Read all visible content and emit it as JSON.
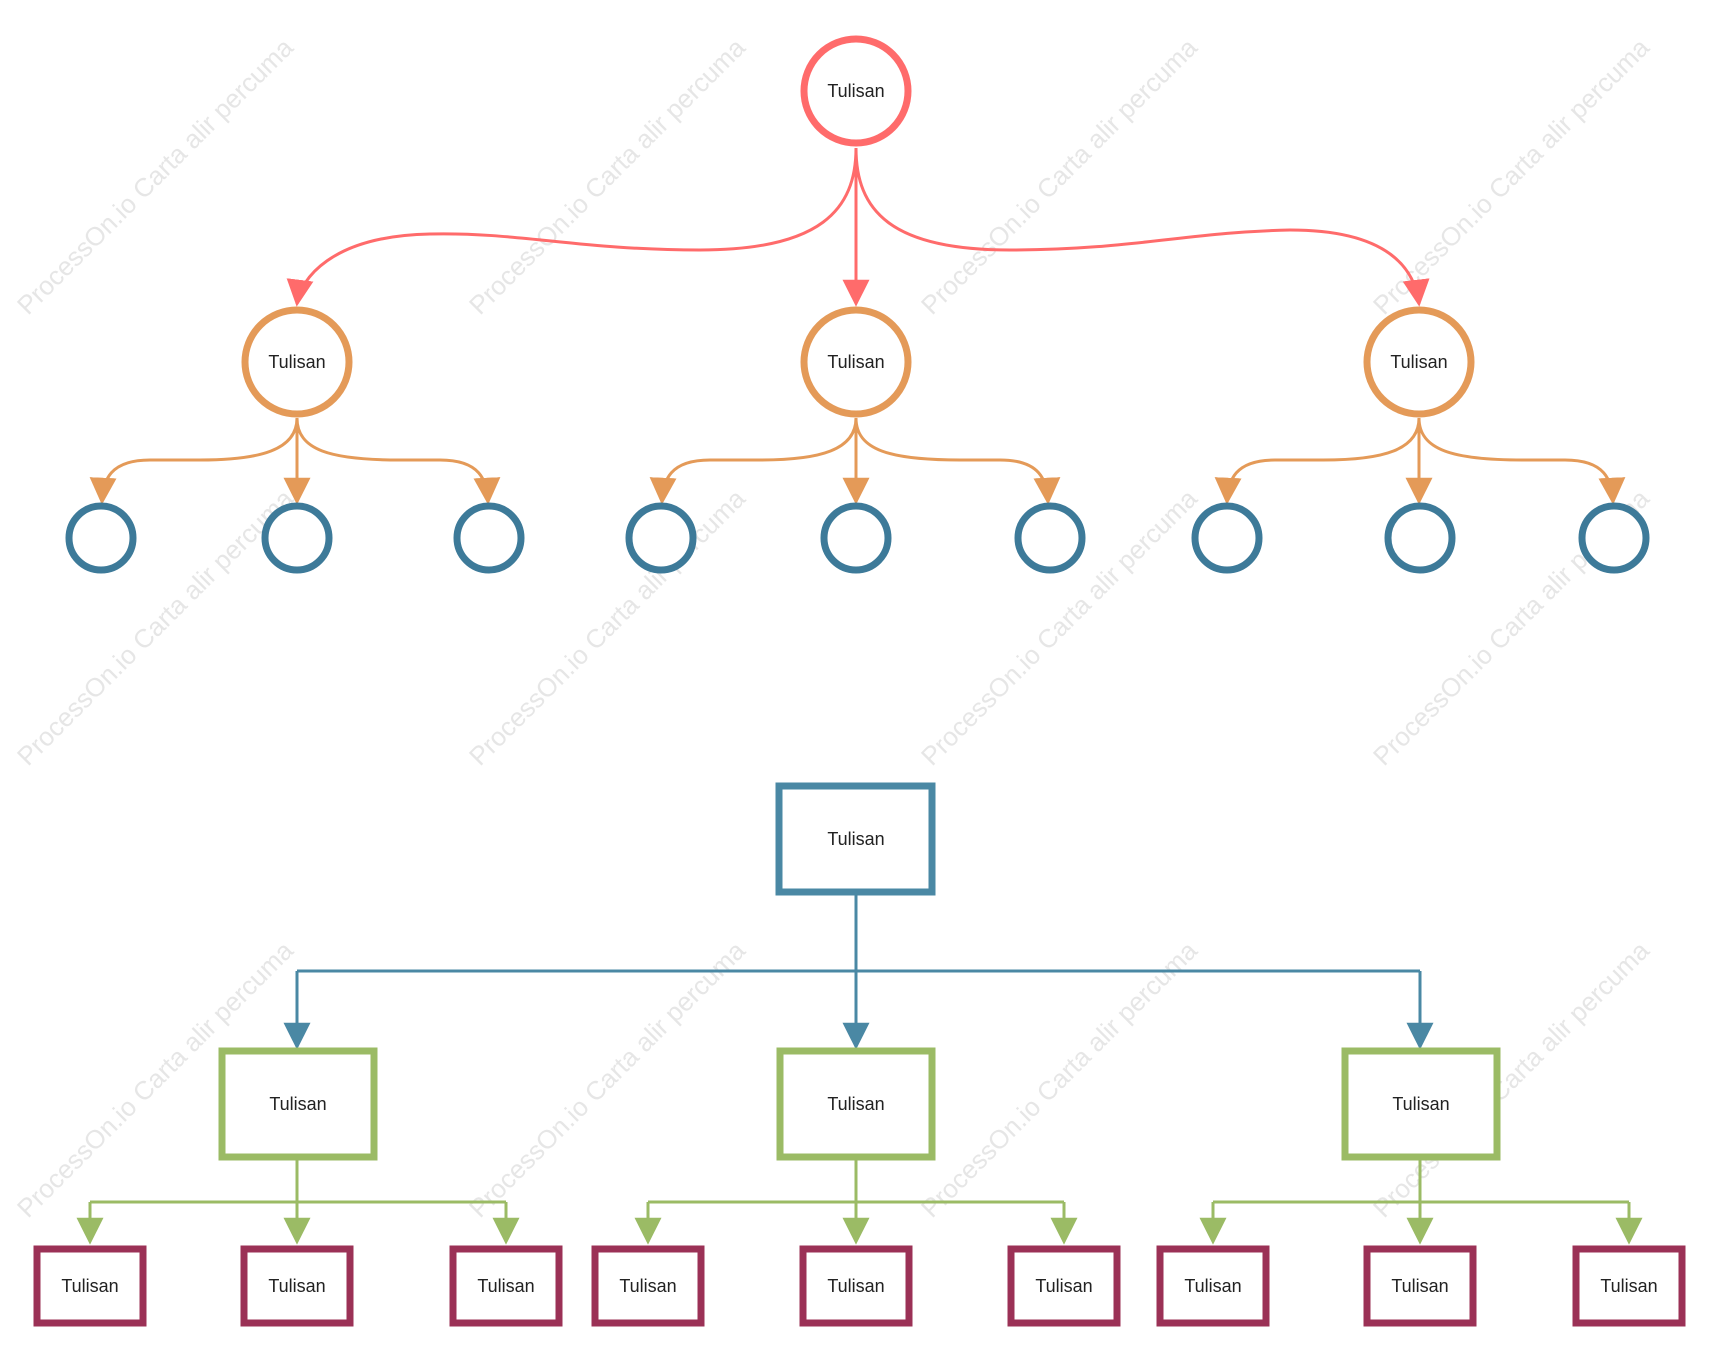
{
  "watermark": {
    "text": "ProcessOn.io Carta alir percuma"
  },
  "colors": {
    "level0_circle": "#ff6b6b",
    "level1_circle": "#e49a58",
    "level2_circle": "#3d7a99",
    "level0_rect": "#4a88a4",
    "level1_rect": "#9bbb65",
    "level2_rect": "#9b3156"
  },
  "circle_tree": {
    "root": {
      "label": "Tulisan"
    },
    "children": [
      {
        "label": "Tulisan",
        "children": [
          {
            "label": ""
          },
          {
            "label": ""
          },
          {
            "label": ""
          }
        ]
      },
      {
        "label": "Tulisan",
        "children": [
          {
            "label": ""
          },
          {
            "label": ""
          },
          {
            "label": ""
          }
        ]
      },
      {
        "label": "Tulisan",
        "children": [
          {
            "label": ""
          },
          {
            "label": ""
          },
          {
            "label": ""
          }
        ]
      }
    ]
  },
  "box_tree": {
    "root": {
      "label": "Tulisan"
    },
    "children": [
      {
        "label": "Tulisan",
        "children": [
          {
            "label": "Tulisan"
          },
          {
            "label": "Tulisan"
          },
          {
            "label": "Tulisan"
          }
        ]
      },
      {
        "label": "Tulisan",
        "children": [
          {
            "label": "Tulisan"
          },
          {
            "label": "Tulisan"
          },
          {
            "label": "Tulisan"
          }
        ]
      },
      {
        "label": "Tulisan",
        "children": [
          {
            "label": "Tulisan"
          },
          {
            "label": "Tulisan"
          },
          {
            "label": "Tulisan"
          }
        ]
      }
    ]
  }
}
